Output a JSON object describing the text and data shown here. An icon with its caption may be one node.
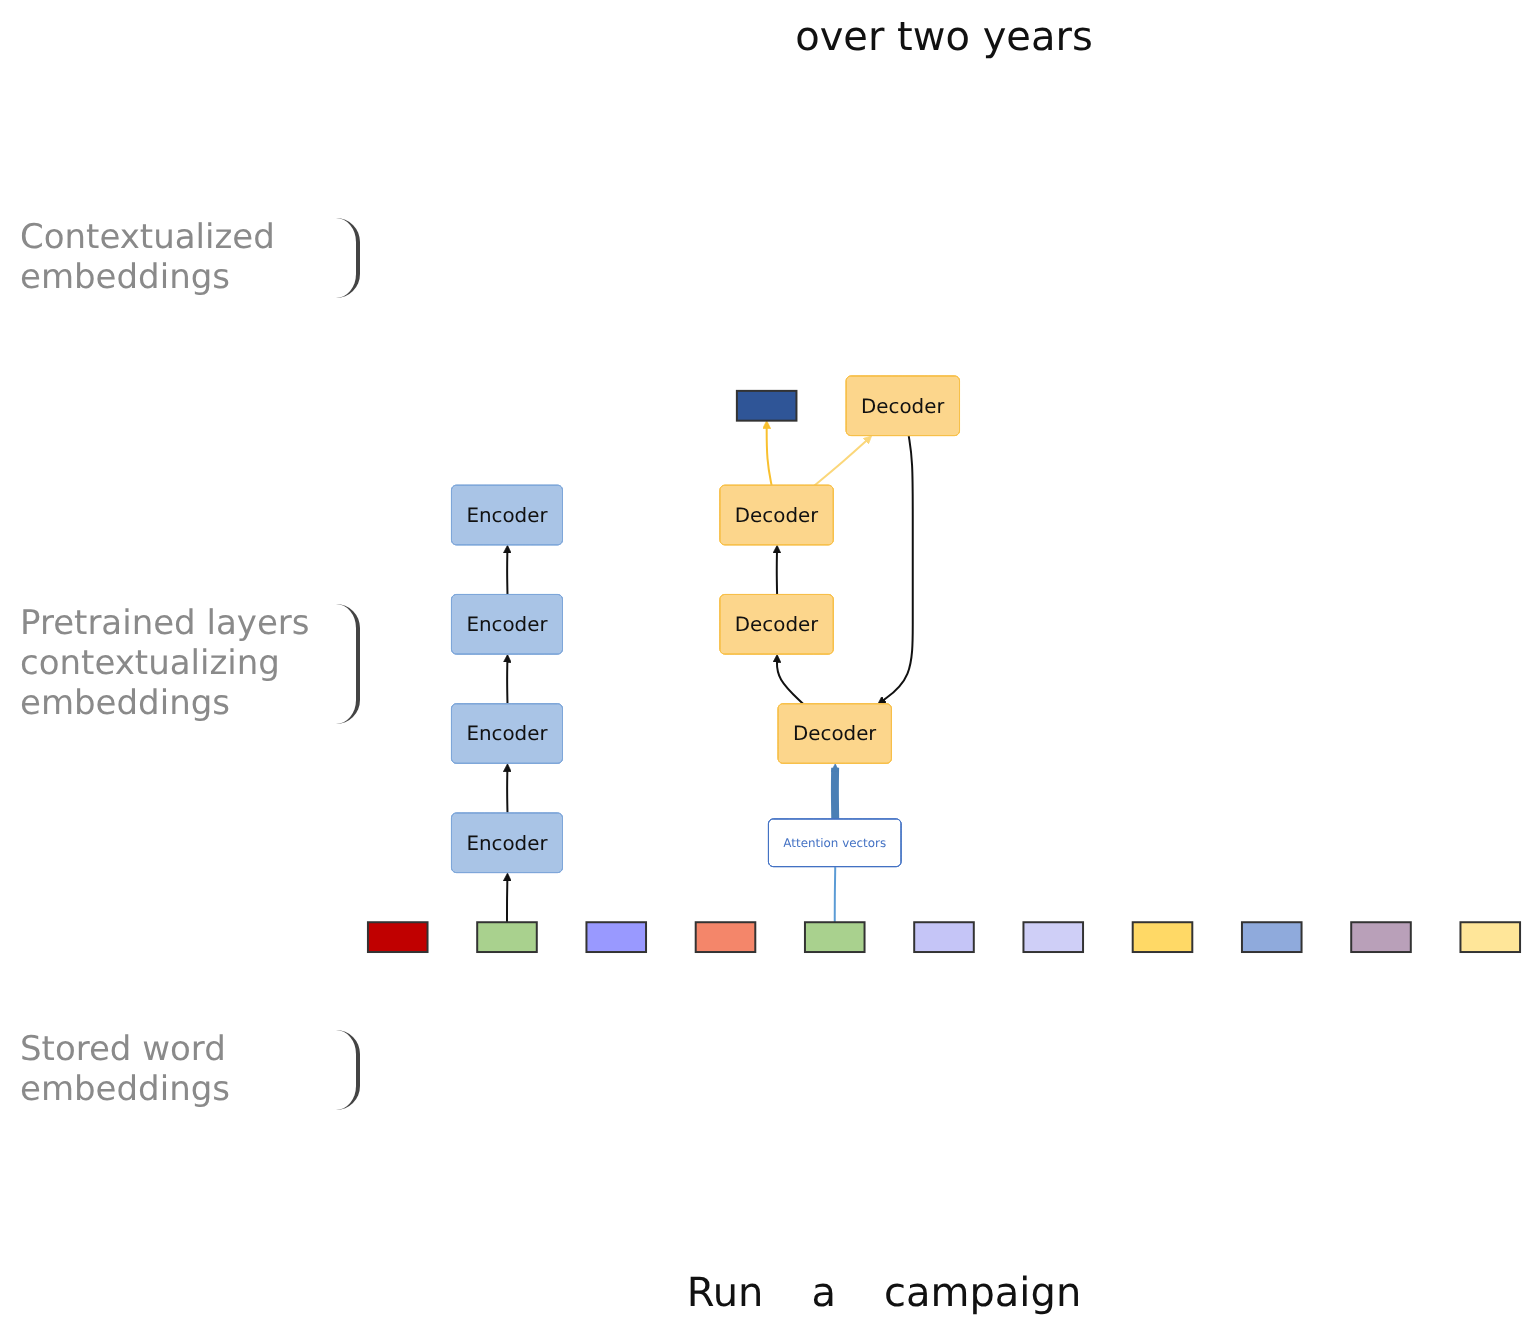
{
  "diagram": {
    "nodes": [
      {
        "text": [
          "Encoder"
        ]
      },
      {
        "text": [
          "Encoder"
        ]
      },
      {
        "text": [
          "Encoder"
        ]
      },
      {
        "text": [
          "Encoder"
        ]
      },
      {
        "text": [
          "Attention vectors"
        ]
      },
      {
        "text": [
          "Decoder"
        ]
      },
      {
        "text": [
          "Decoder"
        ]
      },
      {
        "text": [
          "Decoder"
        ]
      },
      {
        "text": [
          "Decoder"
        ]
      },
      {
        "text": [],
        "shape": "bar"
      },
      {
        "text": [],
        "shape": "bar"
      },
      {
        "text": [],
        "shape": "bar"
      },
      {
        "text": [],
        "shape": "bar"
      },
      {
        "text": [],
        "shape": "bar"
      },
      {
        "text": [],
        "shape": "bar"
      },
      {
        "text": [],
        "shape": "bar"
      },
      {
        "text": [],
        "shape": "bar"
      },
      {
        "text": [],
        "shape": "bar"
      },
      {
        "text": [],
        "shape": "bar"
      },
      {
        "text": [],
        "shape": "bar"
      },
      {
        "text": [],
        "shape": "bar"
      }
    ],
    "edges": [
      {
        "from": 13,
        "to": 3,
        "arrow": "to"
      },
      {
        "from": 3,
        "to": 2,
        "arrow": "to"
      },
      {
        "from": 2,
        "to": 1,
        "arrow": "to"
      },
      {
        "from": 1,
        "to": 0,
        "arrow": "to"
      },
      {
        "from": 10,
        "to": 4,
        "arrow": "none",
        "color": "#5b9bd5"
      },
      {
        "from": 4,
        "to": 7,
        "arrow": "to",
        "style": "thick",
        "color": "#4a7fb5"
      },
      {
        "from": 8,
        "to": 7,
        "arrow": "to"
      },
      {
        "from": 7,
        "to": 6,
        "arrow": "to"
      },
      {
        "from": 6,
        "to": 5,
        "arrow": "to"
      },
      {
        "from": 5,
        "to": 15,
        "arrow": "to",
        "color": "#f9c02e"
      },
      {
        "from": 5,
        "to": 8,
        "arrow": "to",
        "color": "#fbd77a"
      }
    ],
    "labels": [
      "over two years",
      "Contextualized embeddings",
      "Pretrained layers contextualizing embeddings",
      "Stored word embeddings",
      "Run",
      "a",
      "campaign"
    ]
  }
}
